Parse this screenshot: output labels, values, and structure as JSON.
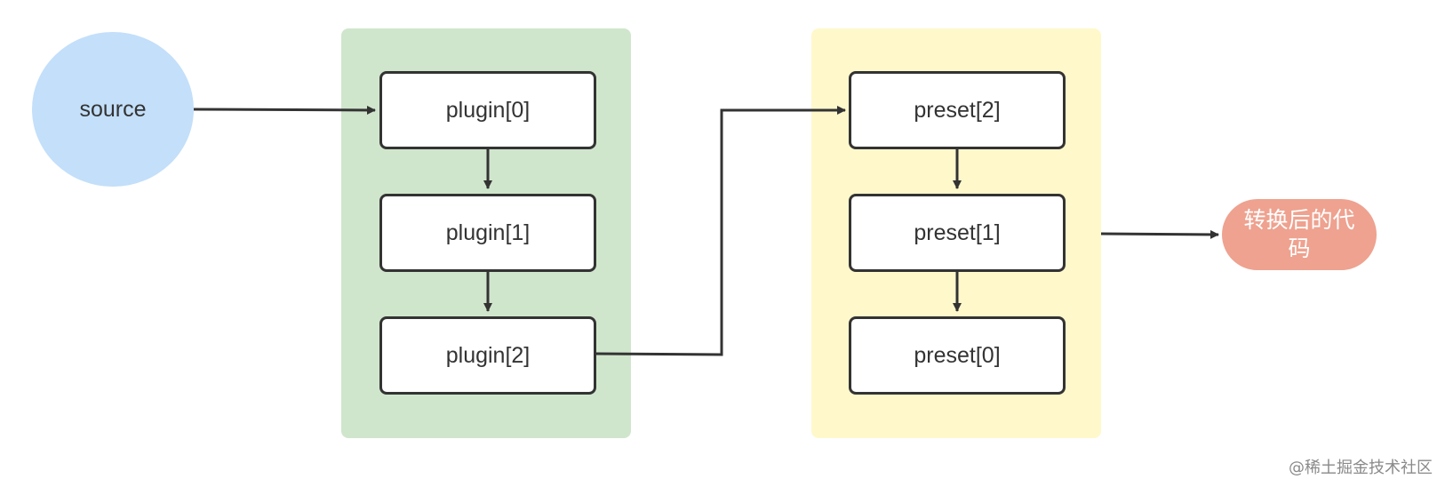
{
  "diagram": {
    "source": {
      "label": "source"
    },
    "plugins": [
      {
        "label": "plugin[0]"
      },
      {
        "label": "plugin[1]"
      },
      {
        "label": "plugin[2]"
      }
    ],
    "presets": [
      {
        "label": "preset[2]"
      },
      {
        "label": "preset[1]"
      },
      {
        "label": "preset[0]"
      }
    ],
    "output": {
      "label": "转换后的代码"
    },
    "colors": {
      "source_fill": "#c3dffa",
      "plugin_group_fill": "#d0e6cc",
      "preset_group_fill": "#fff8cb",
      "output_fill": "#eea28f",
      "node_border": "#333333"
    }
  },
  "watermark": "@稀土掘金技术社区"
}
